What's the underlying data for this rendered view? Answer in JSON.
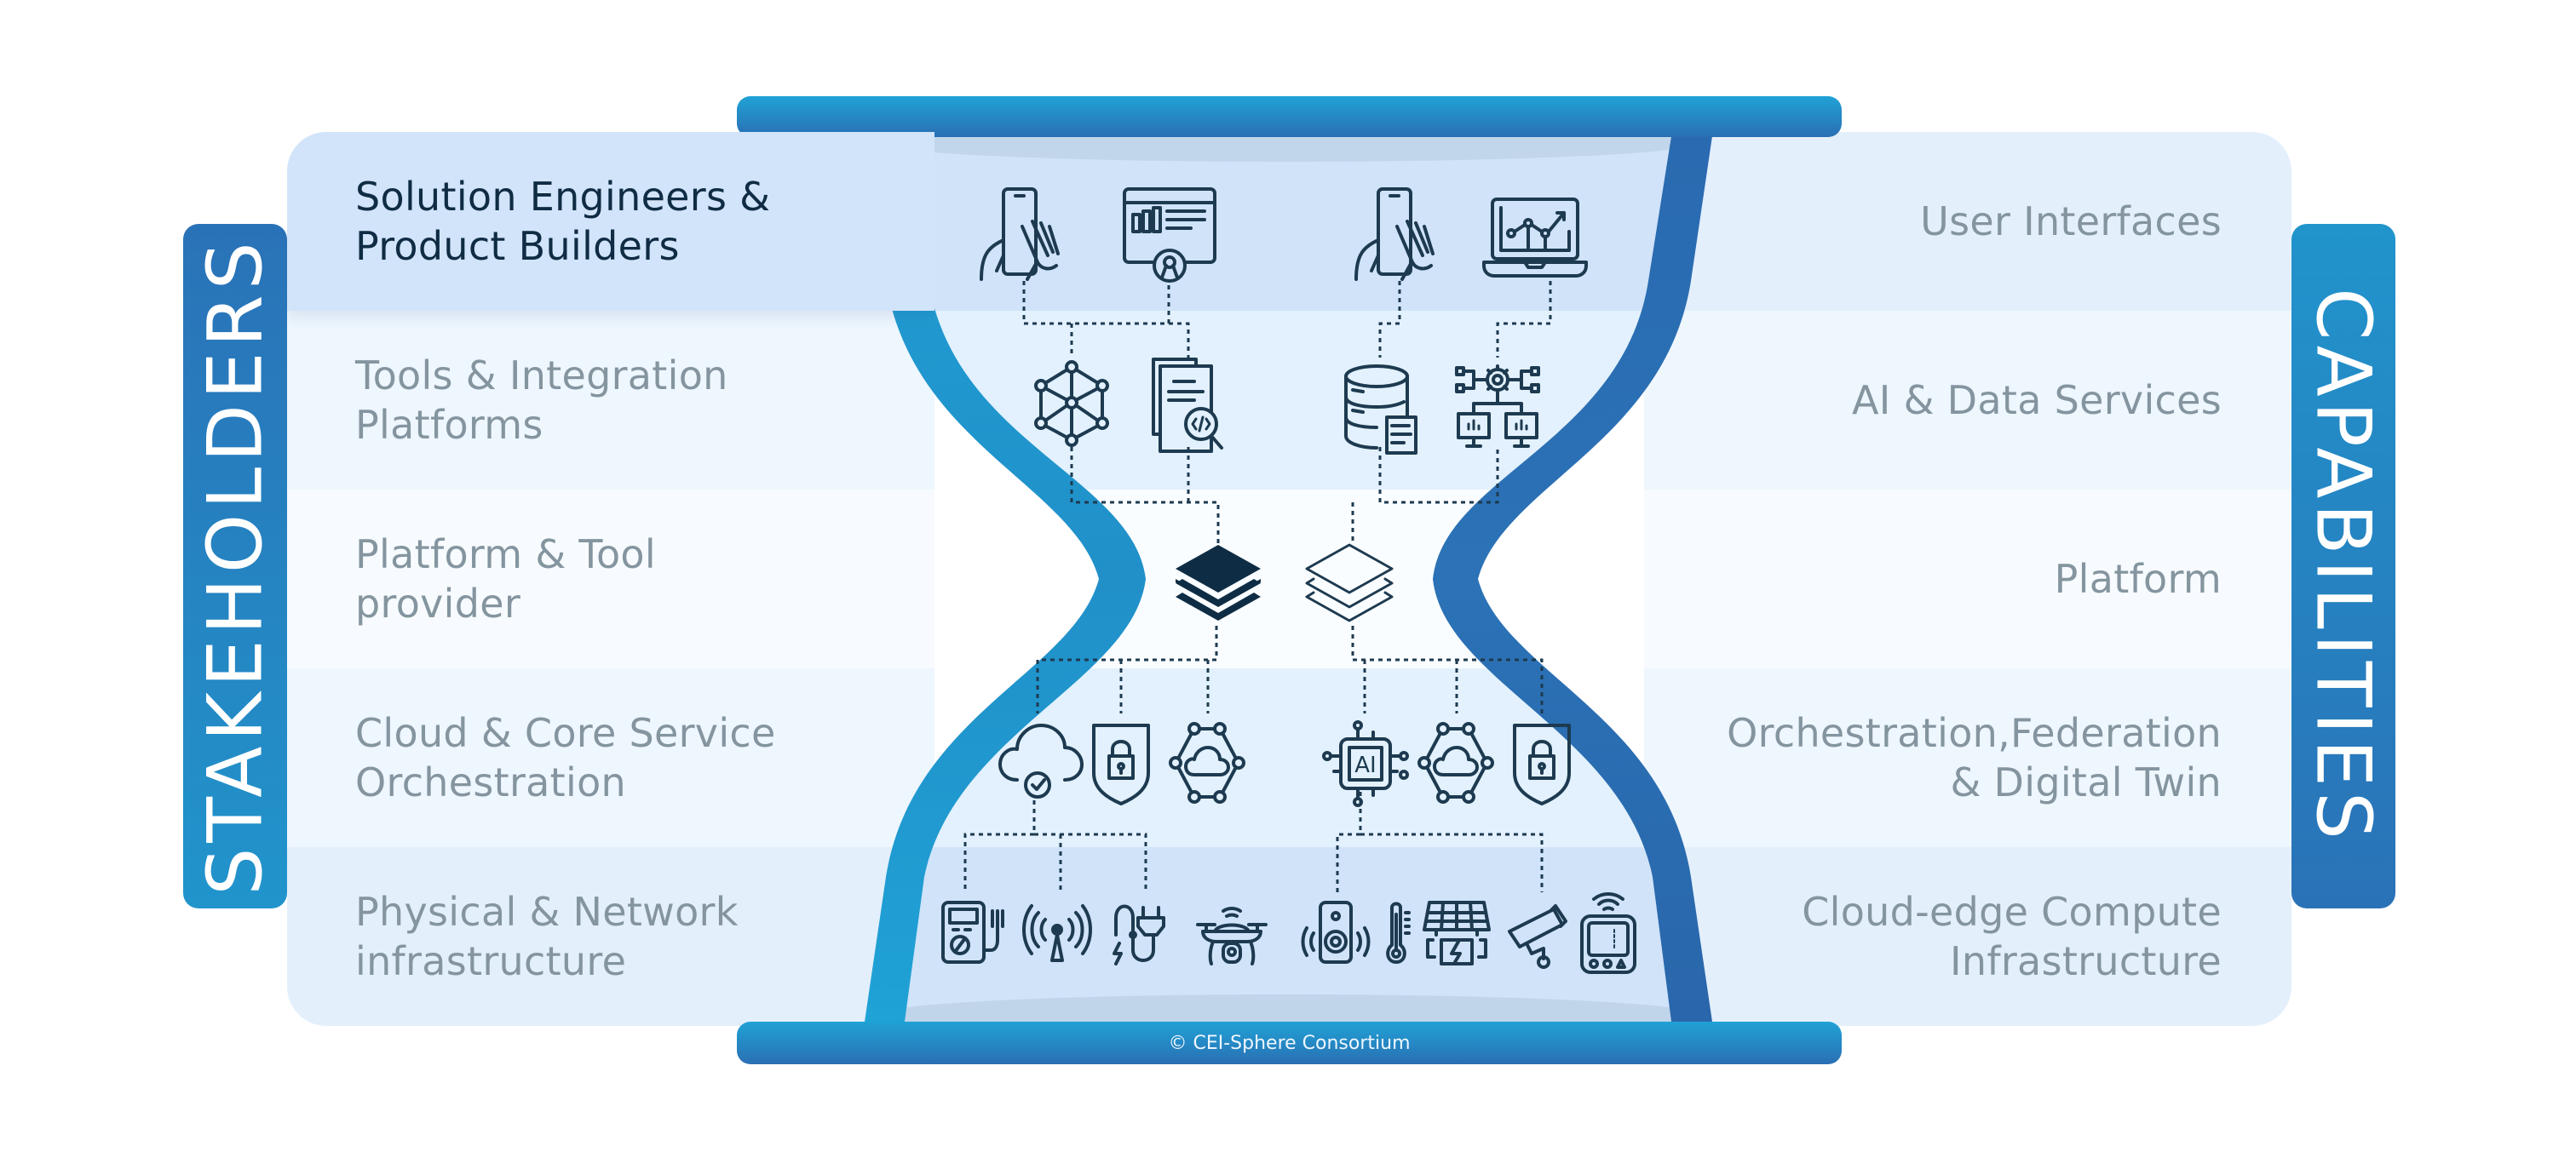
{
  "title": "CEI-Sphere hourglass: Stakeholders and Capabilities",
  "stakeholders": {
    "tab_label": "STAKEHOLDERS",
    "rows": [
      {
        "line1": "Solution Engineers &",
        "line2": "Product Builders",
        "active": true
      },
      {
        "line1": "Tools & Integration",
        "line2": "Platforms",
        "active": false
      },
      {
        "line1": "Platform & Tool",
        "line2": "provider",
        "active": false
      },
      {
        "line1": "Cloud & Core Service",
        "line2": "Orchestration",
        "active": false
      },
      {
        "line1": "Physical & Network",
        "line2": "infrastructure",
        "active": false
      }
    ]
  },
  "capabilities": {
    "tab_label": "CAPABILITIES",
    "rows": [
      {
        "line1": "User Interfaces",
        "line2": ""
      },
      {
        "line1": "AI & Data Services",
        "line2": ""
      },
      {
        "line1": "Platform",
        "line2": ""
      },
      {
        "line1": "Orchestration,Federation",
        "line2": "& Digital Twin"
      },
      {
        "line1": "Cloud-edge Compute",
        "line2": "Infrastructure"
      }
    ]
  },
  "icons": {
    "row1": [
      "hand-touch-phone-icon",
      "dashboard-window-icon",
      "hand-touch-phone-icon",
      "laptop-chart-icon"
    ],
    "row2": [
      "network-cube-icon",
      "code-document-search-icon",
      "database-document-icon",
      "gear-network-monitors-icon"
    ],
    "row3": [
      "layers-filled-icon",
      "layers-outline-icon"
    ],
    "row4": [
      "cloud-check-icon",
      "shield-lock-icon",
      "cloud-hexagon-network-icon",
      "ai-chip-icon",
      "cloud-hexagon-network-icon",
      "shield-lock-icon"
    ],
    "row5": [
      "multimeter-icon",
      "antenna-signal-icon",
      "power-plug-icon",
      "drone-icon",
      "smart-speaker-icon",
      "thermometer-icon",
      "solar-panel-icon",
      "security-camera-icon",
      "wireless-device-icon"
    ]
  },
  "footer": {
    "copyright": "© CEI-Sphere Consortium"
  },
  "colors": {
    "accent_light": "#20a2d6",
    "accent_dark": "#2a6fb3",
    "icon": "#1d3a50",
    "label": "#84959f",
    "label_active": "#0f2c44"
  }
}
